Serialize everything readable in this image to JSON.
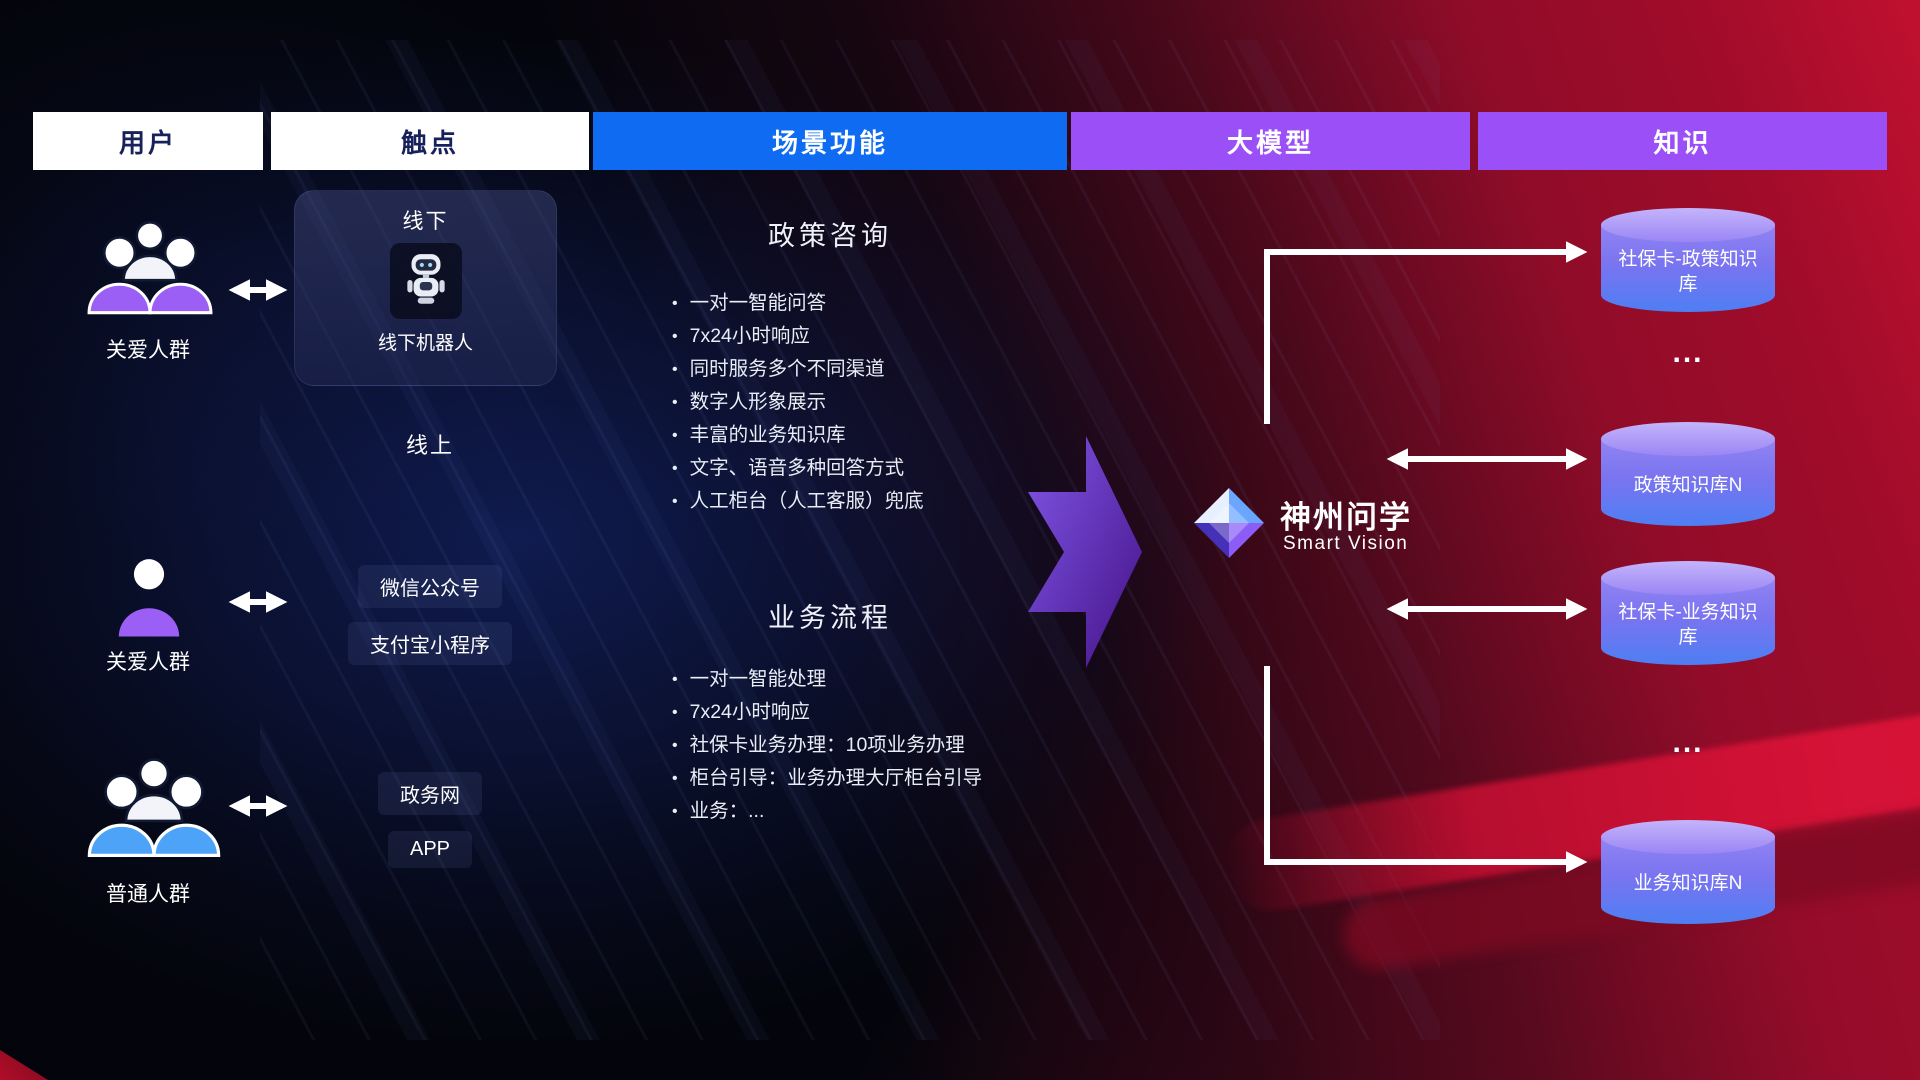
{
  "header": {
    "columns": [
      {
        "label": "用户"
      },
      {
        "label": "触点"
      },
      {
        "label": "场景功能"
      },
      {
        "label": "大模型"
      },
      {
        "label": "知识"
      }
    ]
  },
  "users": [
    {
      "label": "关爱人群"
    },
    {
      "label": "关爱人群"
    },
    {
      "label": "普通人群"
    }
  ],
  "touchpoints": {
    "offline": {
      "title": "线下",
      "caption": "线下机器人"
    },
    "online_label": "线上",
    "channels": [
      {
        "label": "微信公众号"
      },
      {
        "label": "支付宝小程序"
      },
      {
        "label": "政务网"
      },
      {
        "label": "APP"
      }
    ]
  },
  "scenes": {
    "policy": {
      "title": "政策咨询",
      "items": [
        "一对一智能问答",
        "7x24小时响应",
        "同时服务多个不同渠道",
        "数字人形象展示",
        "丰富的业务知识库",
        "文字、语音多种回答方式",
        "人工柜台（人工客服）兜底"
      ]
    },
    "business": {
      "title": "业务流程",
      "items": [
        "一对一智能处理",
        "7x24小时响应",
        "社保卡业务办理：10项业务办理",
        "柜台引导：业务办理大厅柜台引导",
        "业务：..."
      ]
    }
  },
  "model": {
    "name": "神州问学",
    "subtitle": "Smart Vision"
  },
  "knowledge": {
    "cylinders": [
      {
        "label": "社保卡-政策知识库"
      },
      {
        "label": "政策知识库N"
      },
      {
        "label": "社保卡-业务知识库"
      },
      {
        "label": "业务知识库N"
      }
    ],
    "dots": "..."
  },
  "colors": {
    "header_blue": "#0e6bf2",
    "header_purple": "#9b4ff7",
    "accent_purple": "#9b5ff5",
    "accent_blue": "#4da3f7",
    "background_red": "#c11030"
  }
}
